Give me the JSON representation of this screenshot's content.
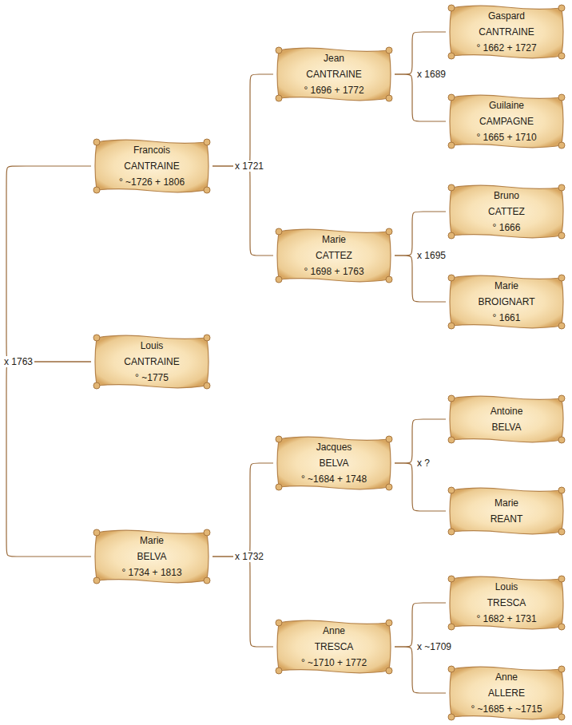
{
  "diagram": {
    "nodes": [
      {
        "text": [
          "Francois",
          "CANTRAINE",
          "° ~1726 + 1806"
        ]
      },
      {
        "text": [
          "Jean",
          "CANTRAINE",
          "° 1696 + 1772"
        ]
      },
      {
        "text": [
          "Gaspard",
          "CANTRAINE",
          "° 1662 + 1727"
        ]
      },
      {
        "text": [
          "Guilaine",
          "CAMPAGNE",
          "° 1665 + 1710"
        ]
      },
      {
        "text": [
          "Marie",
          "CATTEZ",
          "° 1698 + 1763"
        ]
      },
      {
        "text": [
          "Bruno",
          "CATTEZ",
          "° 1666"
        ]
      },
      {
        "text": [
          "Marie",
          "BROIGNART",
          "° 1661"
        ]
      },
      {
        "text": [
          "Louis",
          "CANTRAINE",
          "° ~1775"
        ]
      },
      {
        "text": [
          "Jacques",
          "BELVA",
          "° ~1684 + 1748"
        ]
      },
      {
        "text": [
          "Antoine",
          "BELVA"
        ]
      },
      {
        "text": [
          "Marie",
          "REANT"
        ]
      },
      {
        "text": [
          "Marie",
          "BELVA",
          "° 1734 + 1813"
        ]
      },
      {
        "text": [
          "Anne",
          "TRESCA",
          "° ~1710 + 1772"
        ]
      },
      {
        "text": [
          "Louis",
          "TRESCA",
          "° 1682 + 1731"
        ]
      },
      {
        "text": [
          "Anne",
          "ALLERE",
          "° ~1685 + ~1715"
        ]
      }
    ],
    "edges": [
      {
        "from": 7,
        "to": 0,
        "arrow": "none",
        "label": "x 1763"
      },
      {
        "from": 7,
        "to": 11,
        "arrow": "none"
      },
      {
        "from": 0,
        "to": 1,
        "arrow": "none",
        "label": "x 1721"
      },
      {
        "from": 0,
        "to": 4,
        "arrow": "none"
      },
      {
        "from": 1,
        "to": 2,
        "arrow": "none",
        "label": "x 1689"
      },
      {
        "from": 1,
        "to": 3,
        "arrow": "none"
      },
      {
        "from": 4,
        "to": 5,
        "arrow": "none",
        "label": "x 1695"
      },
      {
        "from": 4,
        "to": 6,
        "arrow": "none"
      },
      {
        "from": 11,
        "to": 8,
        "arrow": "none",
        "label": "x 1732"
      },
      {
        "from": 11,
        "to": 12,
        "arrow": "none"
      },
      {
        "from": 8,
        "to": 9,
        "arrow": "none",
        "label": "x ?"
      },
      {
        "from": 8,
        "to": 10,
        "arrow": "none"
      },
      {
        "from": 12,
        "to": 13,
        "arrow": "none",
        "label": "x ~1709"
      },
      {
        "from": 12,
        "to": 14,
        "arrow": "none"
      }
    ]
  }
}
